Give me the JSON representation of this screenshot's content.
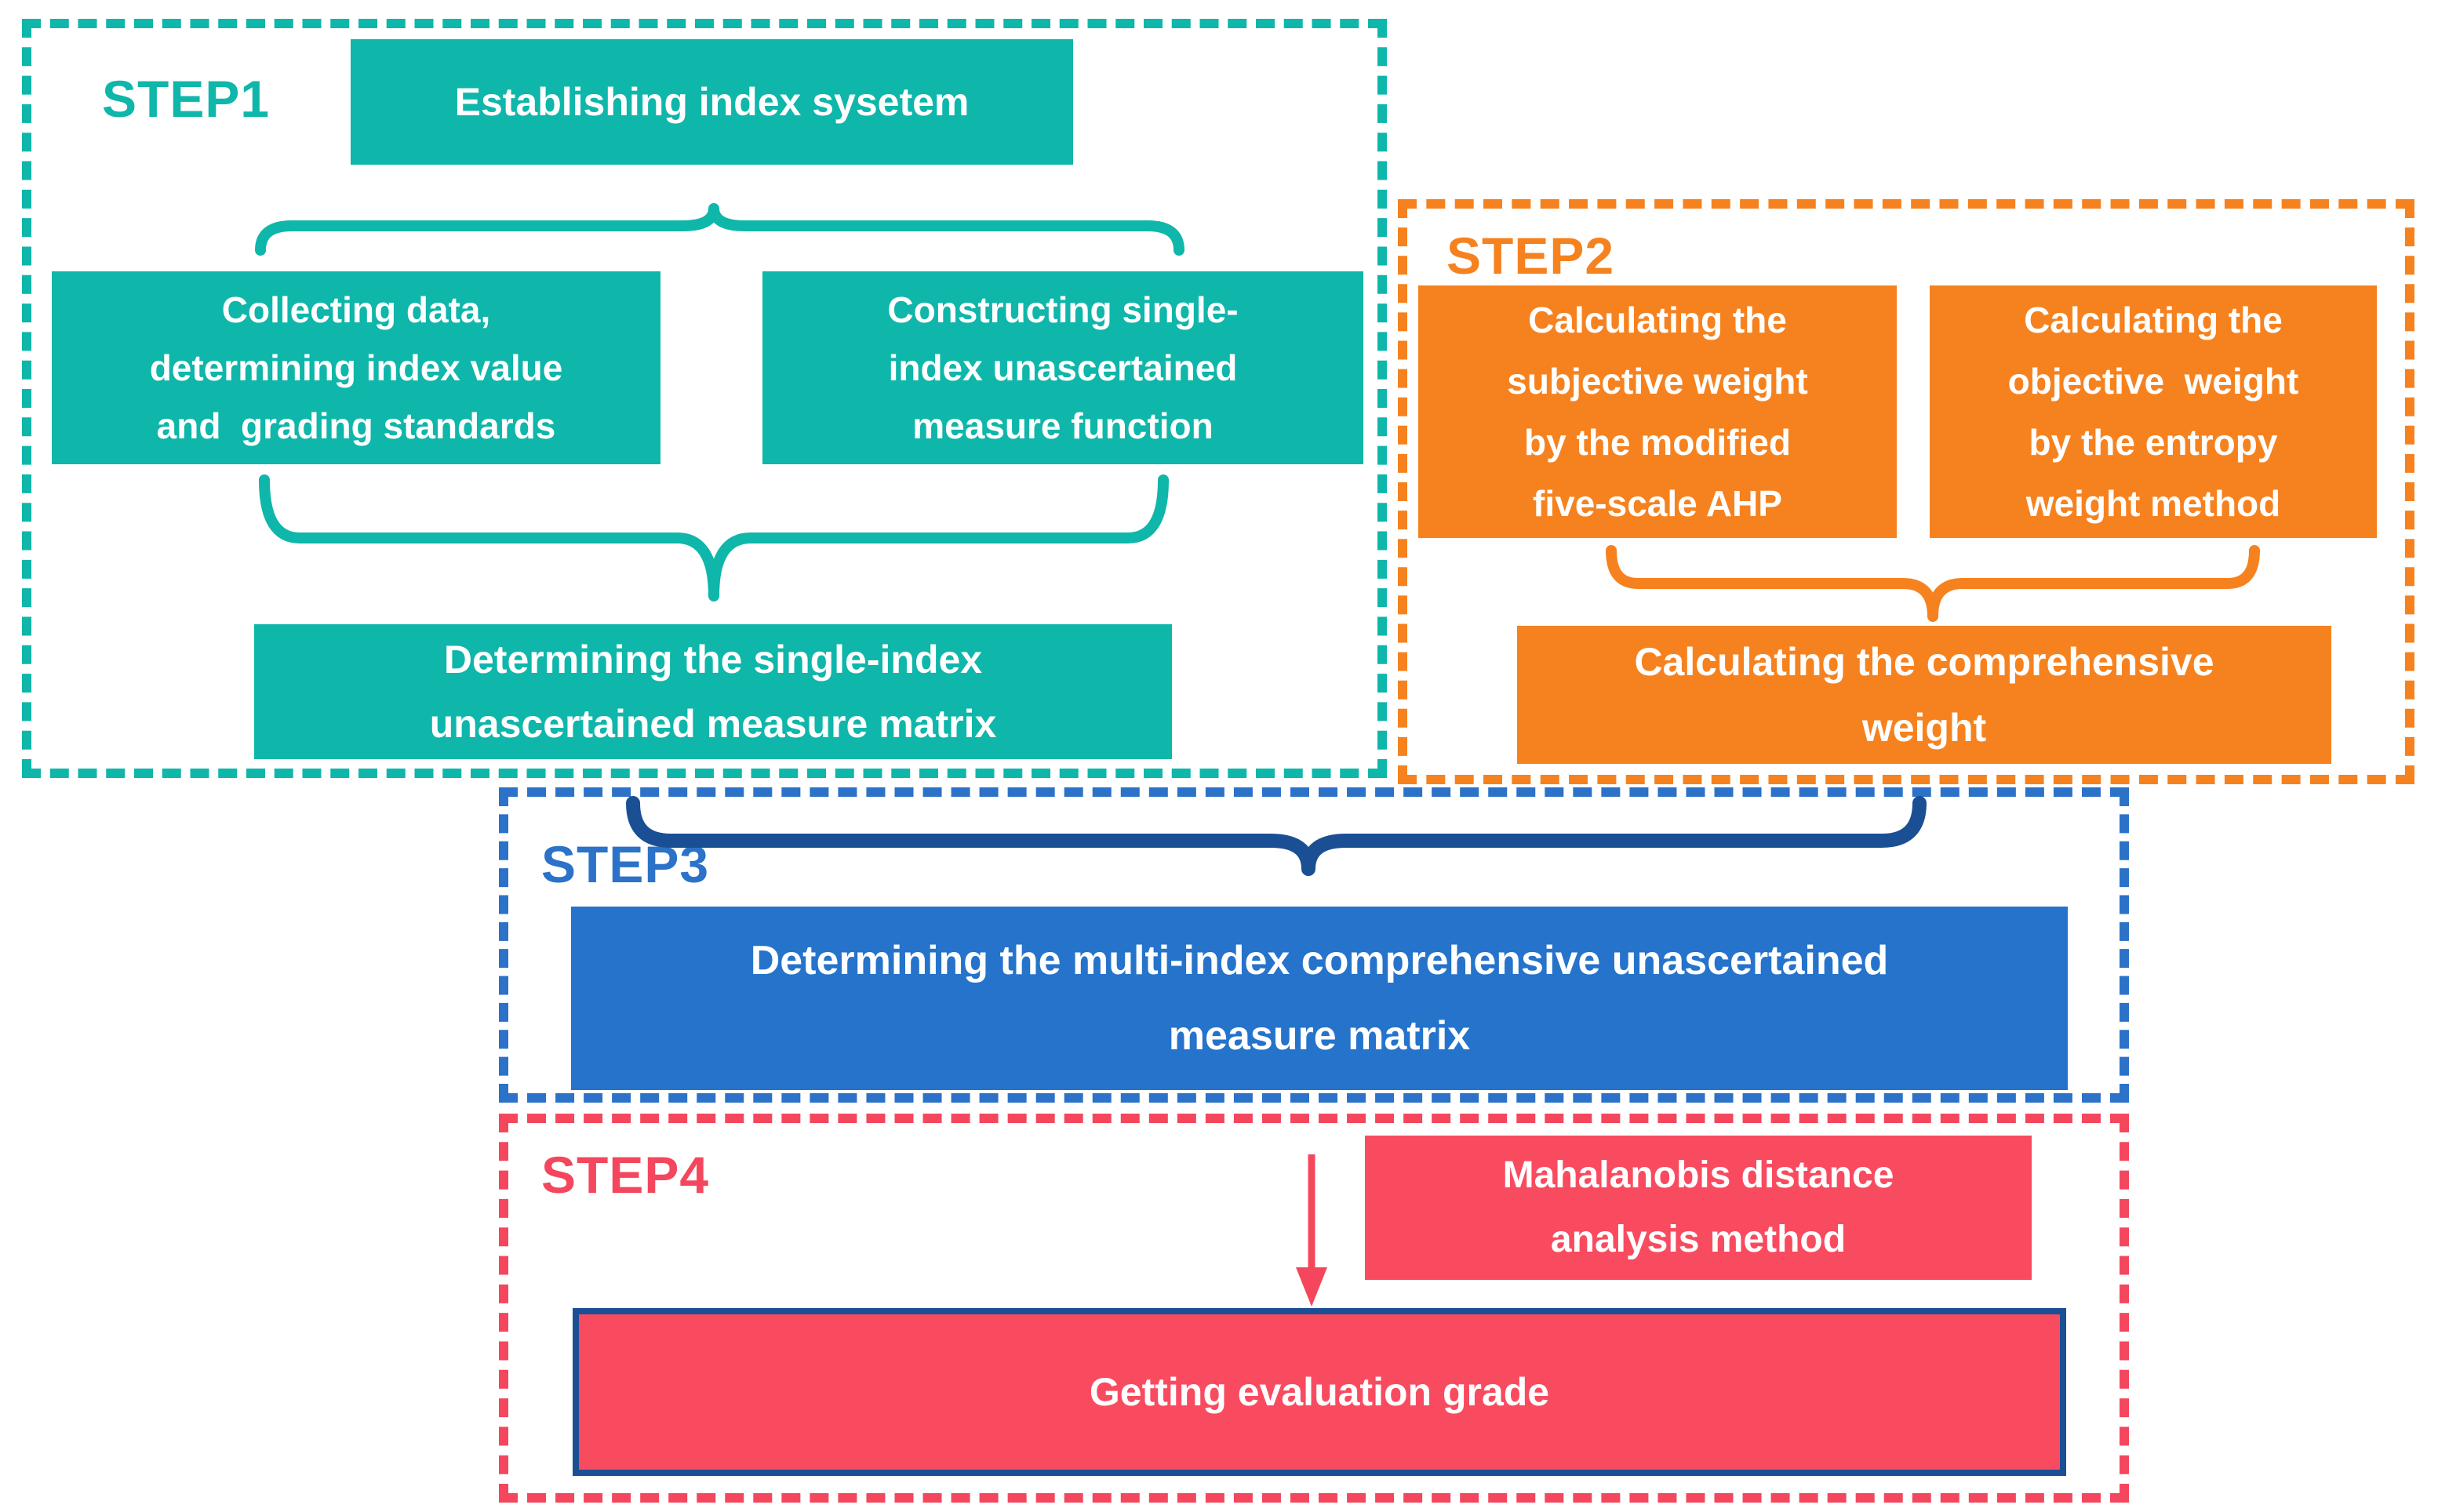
{
  "colors": {
    "teal": "#0FB6AA",
    "orange": "#F6821F",
    "blue": "#2573CB",
    "blue_light": "#2B72C8",
    "navy": "#1B4F94",
    "red": "#F94B60",
    "red_accent": "#F4475D"
  },
  "step1": {
    "label": "STEP1",
    "establish": "Establishing index sysetem",
    "collect": "Collecting data,\ndetermining index value\nand  grading standards",
    "construct": "Constructing single-\nindex unascertained\nmeasure function",
    "matrix": "Determining the single-index\nunascertained measure matrix"
  },
  "step2": {
    "label": "STEP2",
    "subjective": "Calculating the\nsubjective weight\nby the modified\nfive-scale AHP",
    "objective": "Calculating the\nobjective  weight\nby the entropy\nweight method",
    "comprehensive": "Calculating the comprehensive\nweight"
  },
  "step3": {
    "label": "STEP3",
    "matrix": "Determining the multi-index comprehensive unascertained\nmeasure matrix"
  },
  "step4": {
    "label": "STEP4",
    "method": "Mahalanobis distance\nanalysis method",
    "result": "Getting evaluation grade"
  }
}
